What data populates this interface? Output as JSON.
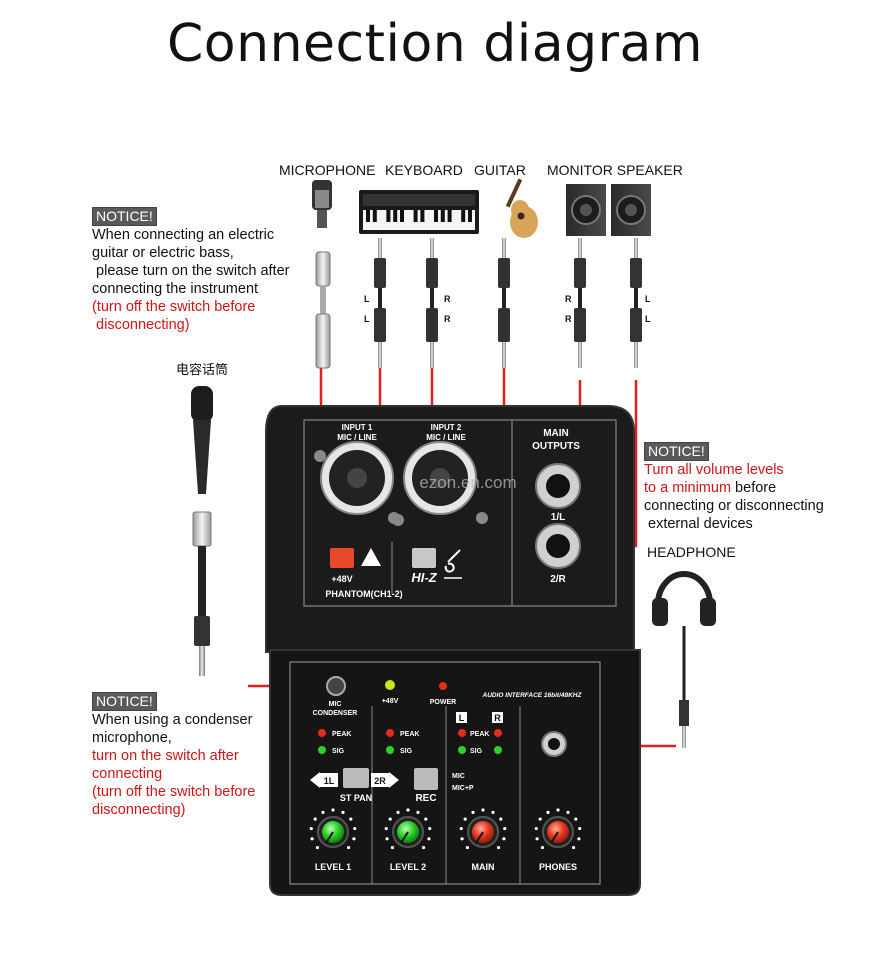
{
  "title": "Connection diagram",
  "devices": {
    "microphone": "MICROPHONE",
    "keyboard": "KEYBOARD",
    "guitar": "GUITAR",
    "monitor_speaker": "MONITOR SPEAKER",
    "condenser_mic": "电容话筒",
    "headphone": "HEADPHONE"
  },
  "notice1": {
    "tag": "NOTICE!",
    "lines": [
      "When connecting an electric",
      "guitar or electric bass,",
      " please turn on the switch after",
      "connecting the instrument"
    ],
    "red_lines": [
      "(turn off the switch before",
      " disconnecting)"
    ]
  },
  "notice2": {
    "tag": "NOTICE!",
    "red_lines": [
      "Turn all volume levels",
      "to a minimum"
    ],
    "after_red": " before",
    "lines": [
      "connecting or disconnecting",
      " external devices"
    ]
  },
  "notice3": {
    "tag": "NOTICE!",
    "lines": [
      "When using a condenser",
      "microphone,"
    ],
    "red_lines": [
      "turn on the switch after",
      "connecting",
      "(turn off the switch before",
      "disconnecting)"
    ]
  },
  "cable_marks": {
    "kbd_left": [
      "L",
      "L"
    ],
    "kbd_right": [
      "R",
      "R"
    ],
    "spk_left": [
      "R",
      "R"
    ],
    "spk_right": [
      "L",
      "L"
    ]
  },
  "panel": {
    "input1": "INPUT 1",
    "input1_sub": "MIC / LINE",
    "input2": "INPUT 2",
    "input2_sub": "MIC / LINE",
    "main_outputs_1": "MAIN",
    "main_outputs_2": "OUTPUTS",
    "out_1l": "1/L",
    "out_2r": "2/R",
    "phantom_48v": "+48V",
    "phantom": "PHANTOM(CH1-2)",
    "hiz": "HI-Z",
    "watermark": "ezon.en.com",
    "mic_condenser_1": "MIC",
    "mic_condenser_2": "CONDENSER",
    "led_48v": "+48V",
    "power": "POWER",
    "audio_interface": "AUDIO INTERFACE 16bit/48KHZ",
    "peak": "PEAK",
    "sig": "SIG",
    "l": "L",
    "r": "R",
    "pan_1l": "1L",
    "pan_2r": "2R",
    "st_pan": "ST PAN",
    "rec": "REC",
    "mic": "MIC",
    "mic_p": "MIC+P",
    "level1": "LEVEL 1",
    "level2": "LEVEL 2",
    "main": "MAIN",
    "phones": "PHONES"
  }
}
